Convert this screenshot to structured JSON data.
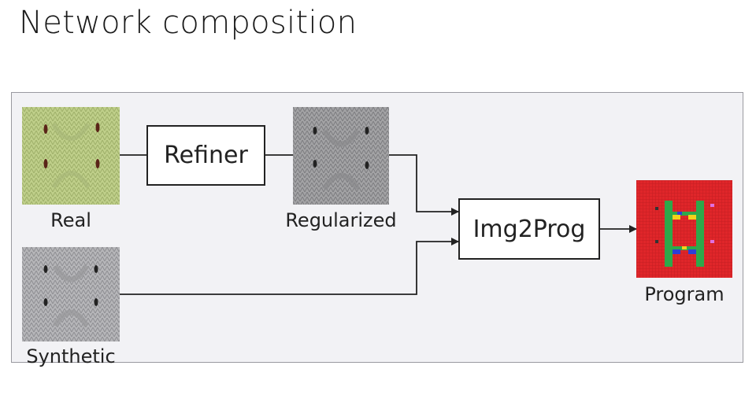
{
  "title": "Network composition",
  "diagram": {
    "images": {
      "real": "Real",
      "regularized": "Regularized",
      "synthetic": "Synthetic",
      "program": "Program"
    },
    "boxes": {
      "refiner": "Refiner",
      "img2prog": "Img2Prog"
    }
  },
  "colors": {
    "real_knit": "#bfcf8a",
    "gray_knit": "#9c9c9e",
    "program_red": "#e0262a",
    "program_green": "#2ea84a"
  }
}
